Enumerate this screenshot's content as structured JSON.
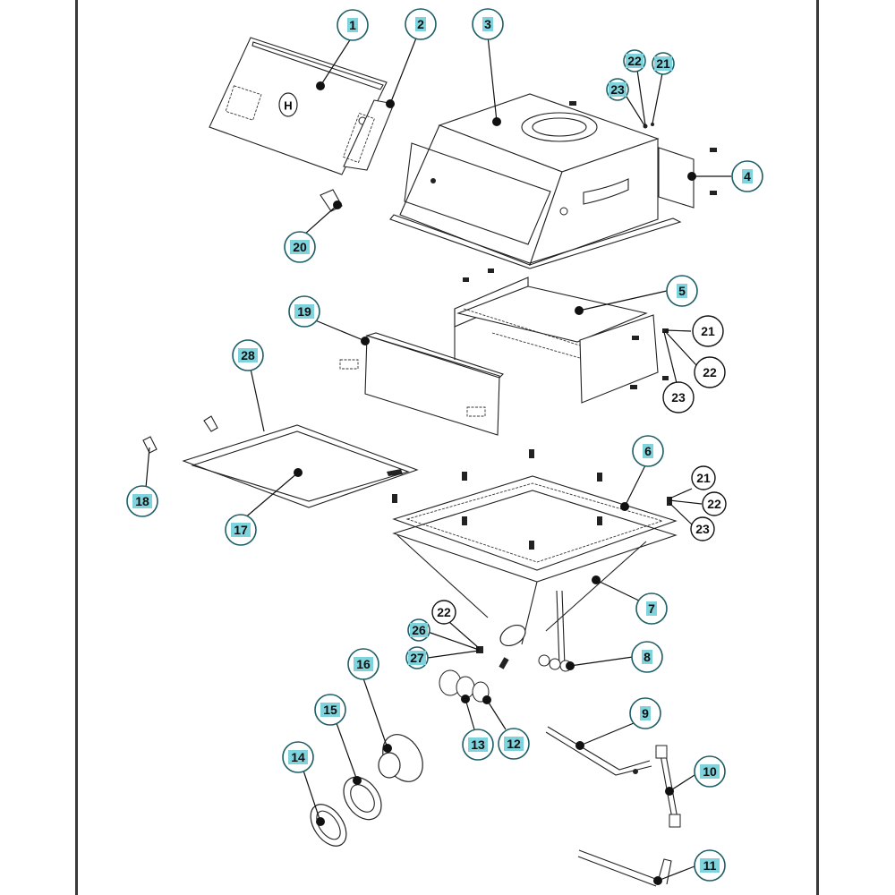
{
  "diagram": {
    "title": "Exploded parts diagram - hopper assembly",
    "highlight_color": "#7fd3dc",
    "callouts": [
      {
        "label": "1",
        "highlighted": true
      },
      {
        "label": "2",
        "highlighted": true
      },
      {
        "label": "3",
        "highlighted": true
      },
      {
        "label": "22",
        "highlighted": true
      },
      {
        "label": "21",
        "highlighted": true
      },
      {
        "label": "23",
        "highlighted": true
      },
      {
        "label": "4",
        "highlighted": true
      },
      {
        "label": "20",
        "highlighted": true
      },
      {
        "label": "5",
        "highlighted": true
      },
      {
        "label": "19",
        "highlighted": true
      },
      {
        "label": "21",
        "highlighted": false
      },
      {
        "label": "22",
        "highlighted": false
      },
      {
        "label": "23",
        "highlighted": false
      },
      {
        "label": "28",
        "highlighted": true
      },
      {
        "label": "18",
        "highlighted": true
      },
      {
        "label": "17",
        "highlighted": true
      },
      {
        "label": "6",
        "highlighted": true
      },
      {
        "label": "21",
        "highlighted": false
      },
      {
        "label": "22",
        "highlighted": false
      },
      {
        "label": "23",
        "highlighted": false
      },
      {
        "label": "7",
        "highlighted": true
      },
      {
        "label": "22",
        "highlighted": false
      },
      {
        "label": "26",
        "highlighted": true
      },
      {
        "label": "27",
        "highlighted": true
      },
      {
        "label": "8",
        "highlighted": true
      },
      {
        "label": "16",
        "highlighted": true
      },
      {
        "label": "15",
        "highlighted": true
      },
      {
        "label": "14",
        "highlighted": true
      },
      {
        "label": "13",
        "highlighted": true
      },
      {
        "label": "12",
        "highlighted": true
      },
      {
        "label": "9",
        "highlighted": true
      },
      {
        "label": "10",
        "highlighted": true
      },
      {
        "label": "11",
        "highlighted": true
      }
    ]
  }
}
